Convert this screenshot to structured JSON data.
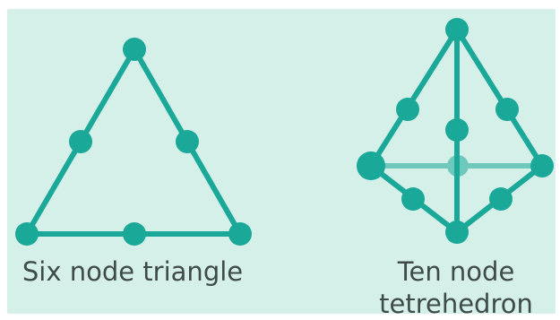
{
  "colors": {
    "background": "#d5efe9",
    "element": "#1aa899",
    "hidden_edge": "#6fc8bc",
    "text": "#3f4a4a"
  },
  "labels": {
    "triangle": "Six node triangle",
    "tetrahedron_line1": "Ten node",
    "tetrahedron_line2": "tetrehedron"
  }
}
